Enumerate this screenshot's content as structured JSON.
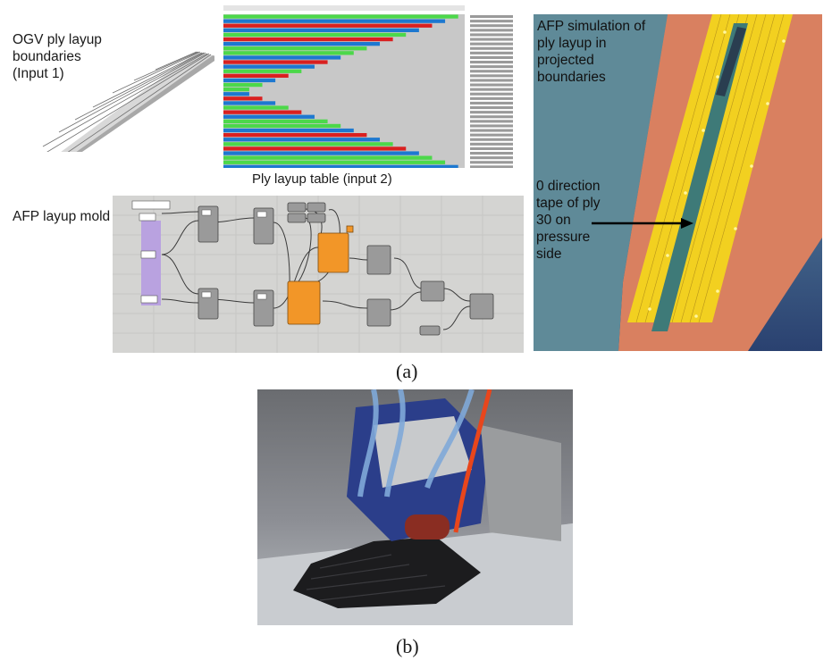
{
  "panel_a": {
    "caption": "(a)",
    "ogv": {
      "label_lines": [
        "OGV ply layup",
        "boundaries",
        "(Input 1)"
      ]
    },
    "table": {
      "header": "Ply layup table (input 2)",
      "colors": {
        "green": "#4cd84a",
        "blue": "#1d78d0",
        "red": "#d92020",
        "brown": "#b07830",
        "grey": "#c8c8c8"
      }
    },
    "mold": {
      "label": "AFP layup mold"
    },
    "sim": {
      "label_lines": [
        "AFP simulation of",
        "ply layup in",
        "projected",
        "boundaries"
      ],
      "annotation_lines": [
        "0 direction",
        "tape of ply",
        "30 on",
        "pressure",
        "side"
      ],
      "colors": {
        "background": "#d98060",
        "tape": "#f2d020",
        "strip": "#3e7a78"
      }
    }
  },
  "panel_b": {
    "caption": "(b)"
  }
}
